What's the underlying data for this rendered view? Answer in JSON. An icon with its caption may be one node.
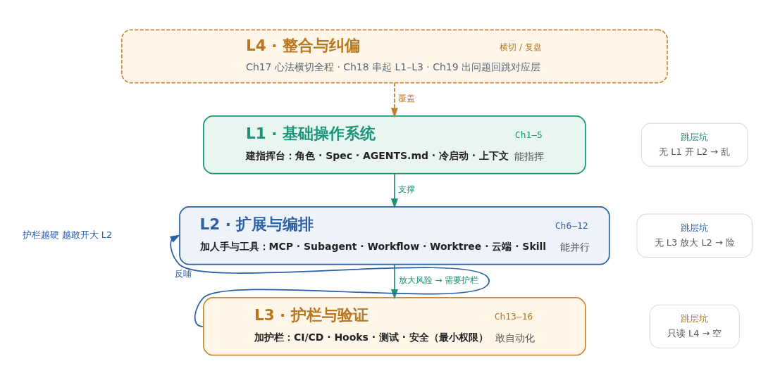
{
  "diagram": {
    "nodes": [
      {
        "text": [
          "L4 · 整合与纠偏",
          "横切 / 复盘",
          "Ch17 心法横切全程 · Ch18 串起 L1–L3 · Ch19 出问题回跳对应层"
        ]
      },
      {
        "text": [
          "L1 · 基础操作系统",
          "Ch1–5",
          "建指挥台：角色 · Spec · AGENTS.md · 冷启动 · 上下文",
          "能指挥"
        ]
      },
      {
        "text": [
          "L2 · 扩展与编排",
          "Ch6–12",
          "加人手与工具：MCP · Subagent · Workflow · Worktree · 云端 · Skill",
          "能并行"
        ]
      },
      {
        "text": [
          "L3 · 护栏与验证",
          "Ch13–16",
          "加护栏：CI/CD · Hooks · 测试 · 安全（最小权限）",
          "敢自动化"
        ]
      },
      {
        "text": [
          "跳层坑",
          "无 L1 开 L2 → 乱"
        ]
      },
      {
        "text": [
          "跳层坑",
          "无 L3 放大 L2 → 险"
        ]
      },
      {
        "text": [
          "跳层坑",
          "只读 L4 → 空"
        ]
      }
    ],
    "edges": [
      {
        "from": 0,
        "to": 1,
        "arrow": "to",
        "label": "覆盖",
        "style": "dashed",
        "color": "#c0802a"
      },
      {
        "from": 1,
        "to": 2,
        "arrow": "to",
        "label": "支撑"
      },
      {
        "from": 2,
        "to": 3,
        "arrow": "to",
        "label": "放大风险 → 需要护栏"
      },
      {
        "from": 3,
        "to": 2,
        "arrow": "to",
        "label": "反哺",
        "color": "#2b5fa8"
      }
    ],
    "labels": [
      "护栏越硬 越敢开大 L2"
    ]
  }
}
